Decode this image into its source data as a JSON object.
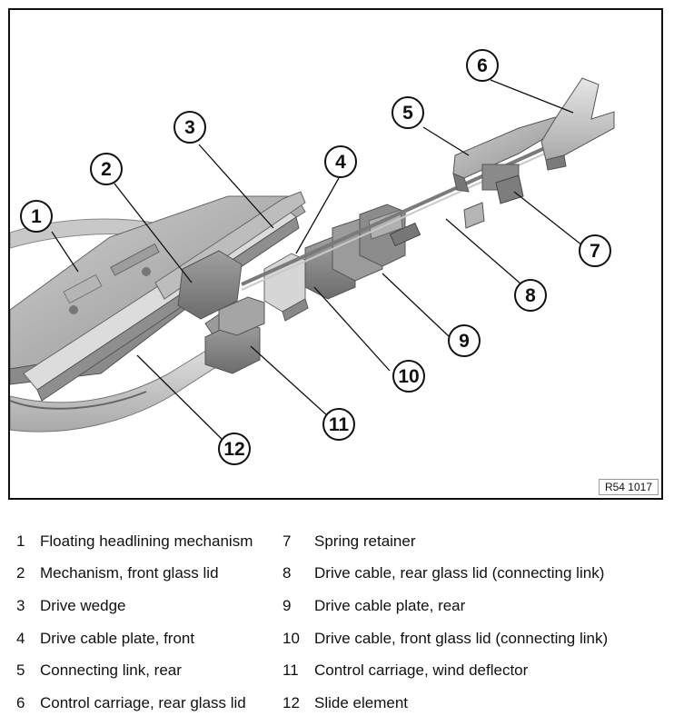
{
  "figure": {
    "reference_code": "R54 1017",
    "callouts": [
      "1",
      "2",
      "3",
      "4",
      "5",
      "6",
      "7",
      "8",
      "9",
      "10",
      "11",
      "12"
    ]
  },
  "legend": [
    {
      "number": "1",
      "label": "Floating headlining mechanism"
    },
    {
      "number": "2",
      "label": "Mechanism, front glass lid"
    },
    {
      "number": "3",
      "label": "Drive wedge"
    },
    {
      "number": "4",
      "label": "Drive cable plate, front"
    },
    {
      "number": "5",
      "label": "Connecting link, rear"
    },
    {
      "number": "6",
      "label": "Control carriage, rear glass lid"
    },
    {
      "number": "7",
      "label": "Spring retainer"
    },
    {
      "number": "8",
      "label": "Drive cable, rear glass lid (connecting link)"
    },
    {
      "number": "9",
      "label": "Drive cable plate, rear"
    },
    {
      "number": "10",
      "label": "Drive cable, front glass lid (connecting link)"
    },
    {
      "number": "11",
      "label": "Control carriage, wind deflector"
    },
    {
      "number": "12",
      "label": "Slide element"
    }
  ]
}
